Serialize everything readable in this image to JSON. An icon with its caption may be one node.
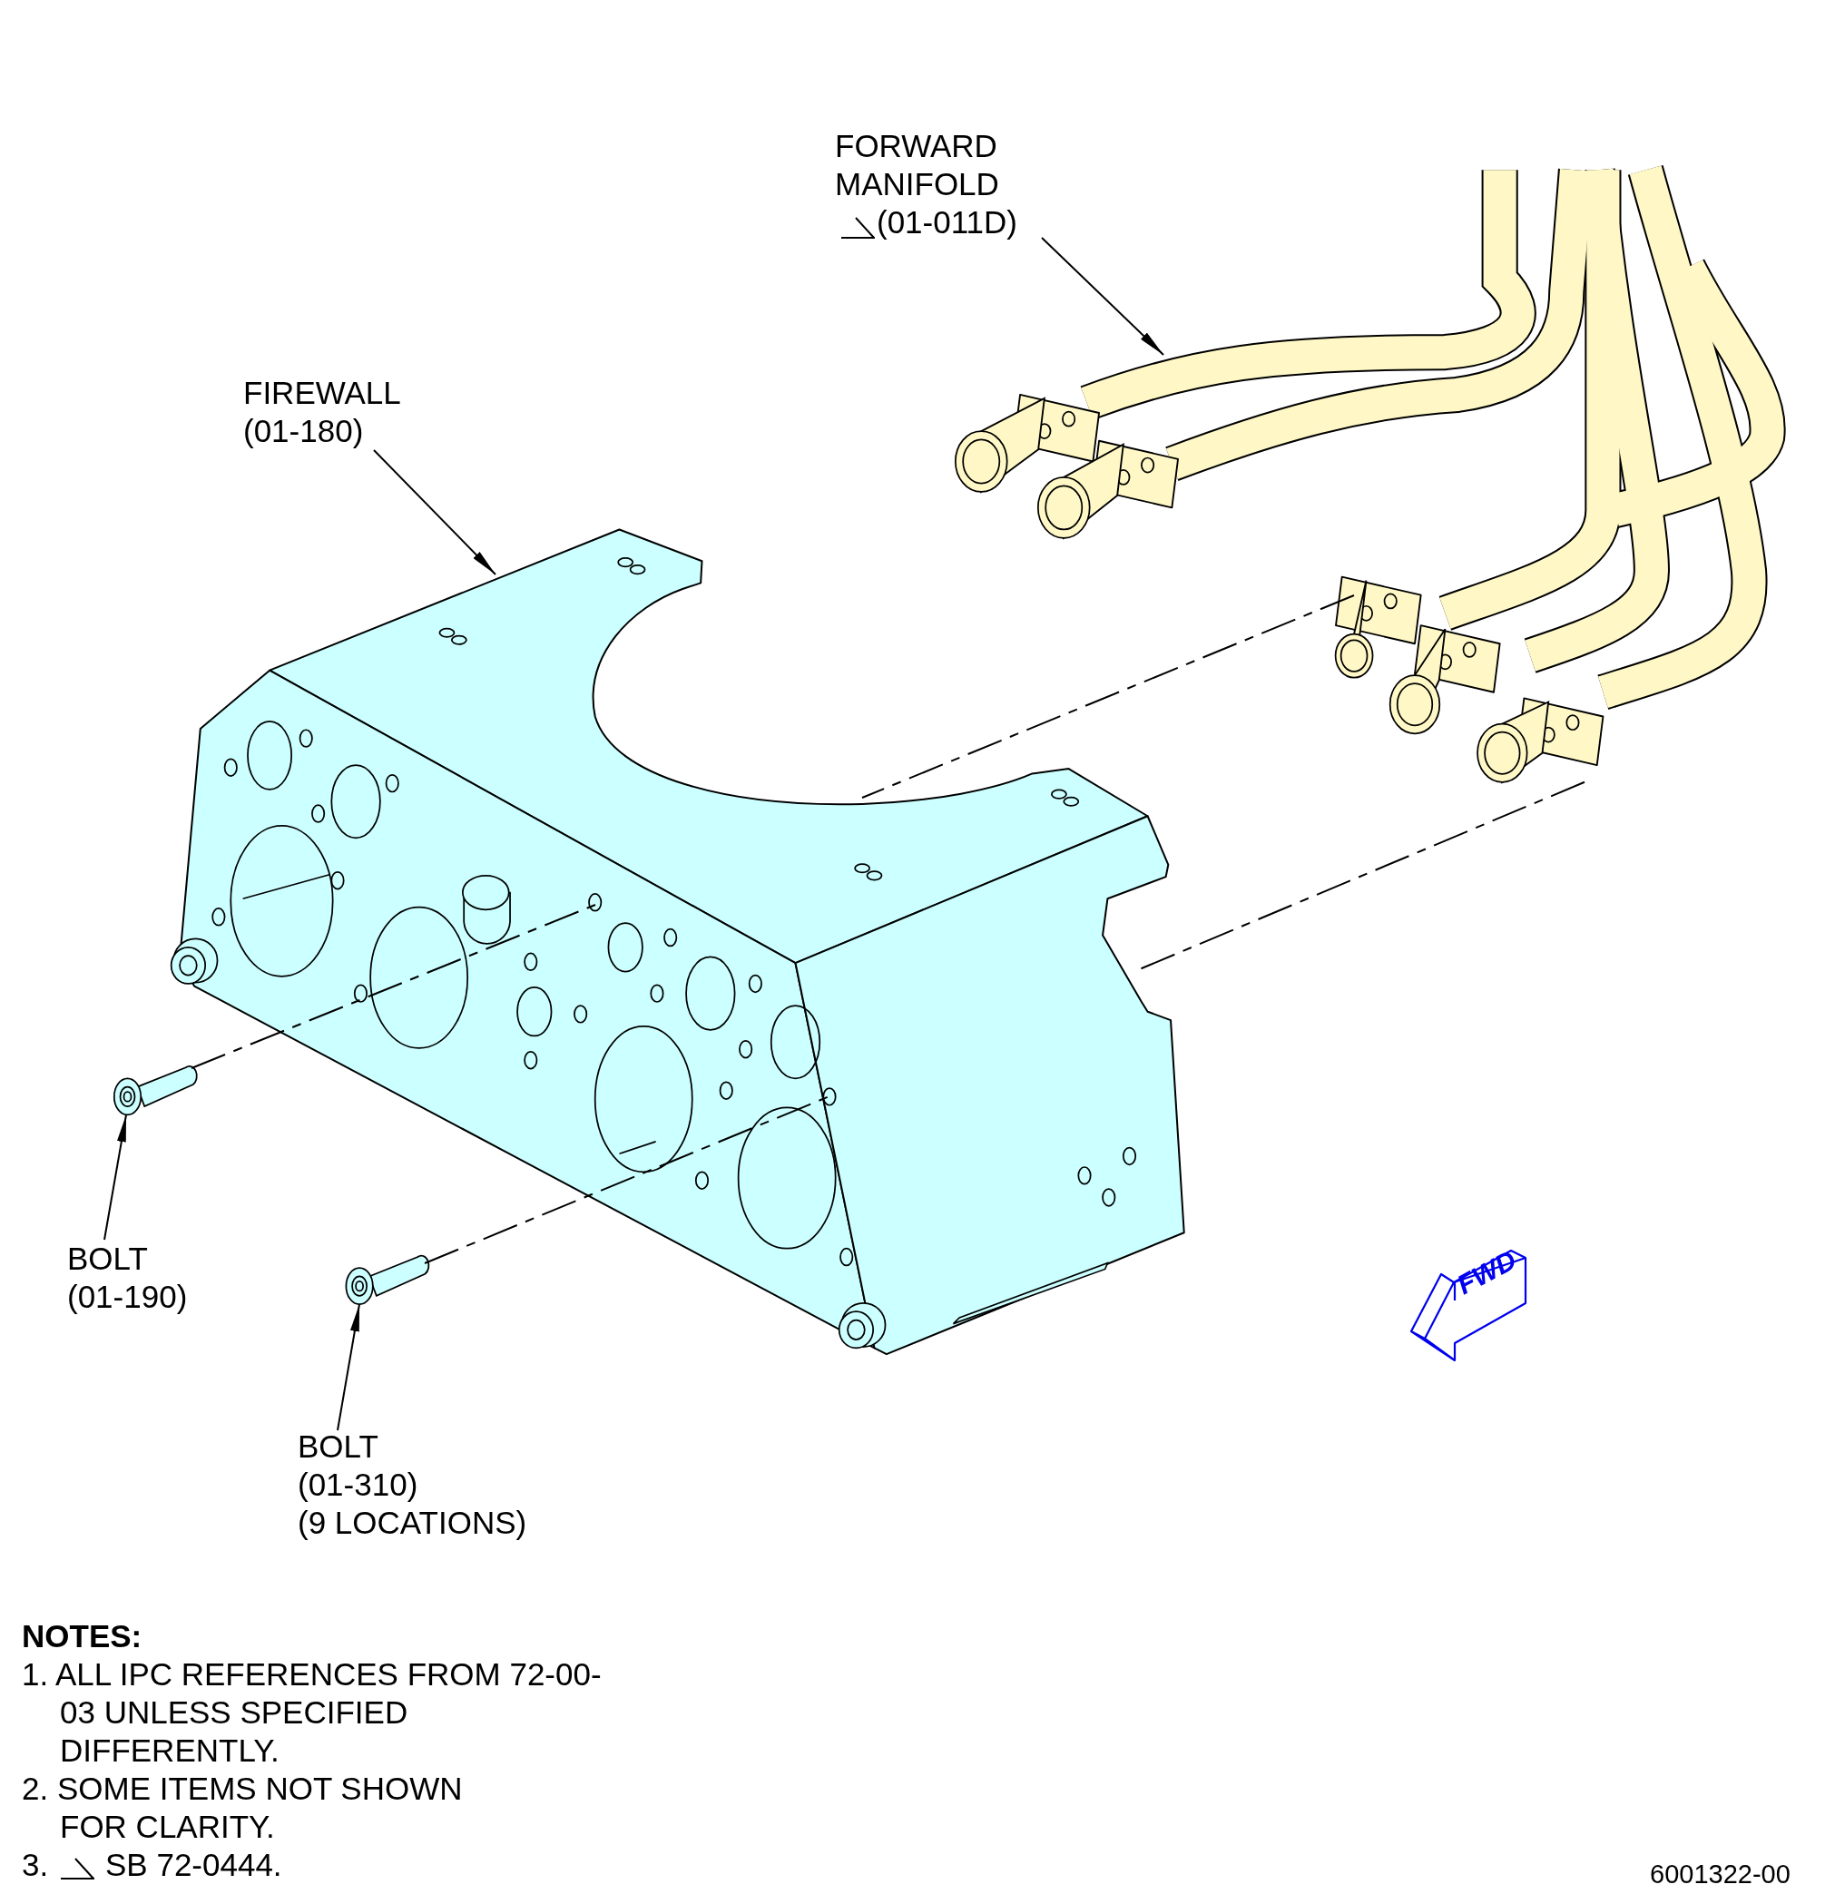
{
  "diagram": {
    "nodes": [
      {
        "text": [
          "FORWARD MANIFOLD",
          "(01-011D)"
        ]
      },
      {
        "text": [],
        "shape": "picture"
      },
      {
        "text": [
          "FIREWALL",
          "(01-180)"
        ]
      },
      {
        "text": [],
        "shape": "picture"
      },
      {
        "text": [],
        "shape": "picture"
      },
      {
        "text": [
          "BOLT",
          "(01-190)"
        ]
      },
      {
        "text": [],
        "shape": "picture"
      },
      {
        "text": [
          "BOLT",
          "(01-310)",
          "(9 LOCATIONS)"
        ]
      }
    ],
    "edges": [
      {
        "from": 0,
        "to": 1,
        "arrow": "to"
      },
      {
        "from": 2,
        "to": 3,
        "arrow": "to"
      },
      {
        "from": 5,
        "to": 4,
        "arrow": "to"
      },
      {
        "from": 7,
        "to": 6,
        "arrow": "to"
      },
      {
        "from": 4,
        "to": 3,
        "arrow": "none",
        "style": "dashed"
      },
      {
        "from": 6,
        "to": 3,
        "arrow": "none",
        "style": "dashed"
      },
      {
        "from": 1,
        "to": 3,
        "arrow": "none",
        "style": "dashed"
      },
      {
        "from": 1,
        "to": 3,
        "arrow": "none",
        "style": "dashed"
      }
    ],
    "labels": [
      "FWD",
      "NOTES:",
      "1. ALL IPC REFERENCES FROM 72-00-03 UNLESS SPECIFIED DIFFERENTLY.",
      "2. SOME ITEMS NOT SHOWN FOR CLARITY.",
      "3.",
      "SB 72-0444.",
      "6001322-00"
    ]
  }
}
